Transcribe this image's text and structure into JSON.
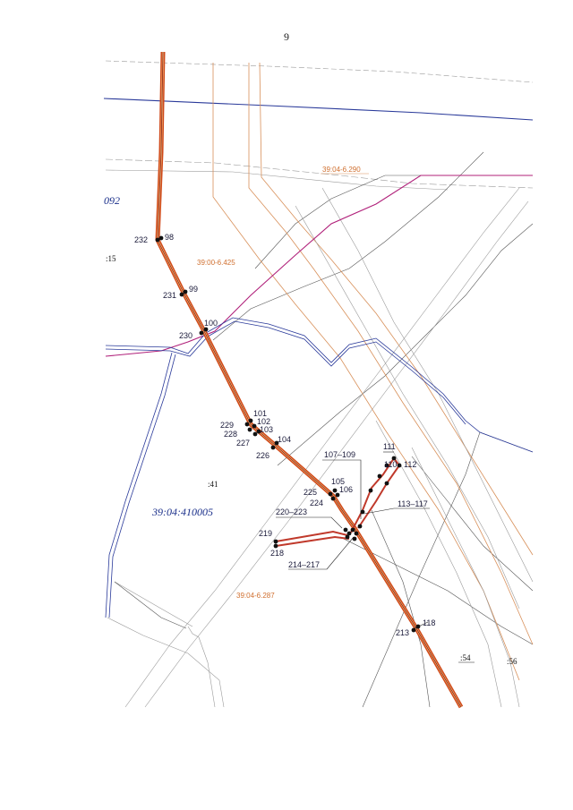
{
  "page_number": "9",
  "colors": {
    "pipeline": "#d04a1a",
    "pipeline_core": "#8a1d10",
    "parcel_orange": "#d8905a",
    "blue_line": "#2a3a9a",
    "magenta_line": "#b0207a",
    "thin_gray": "#8a8a8a",
    "dark_gray": "#333333"
  },
  "labels": {
    "cadastral_290": "39:04-6.290",
    "cadastral_425": "39:00-6.425",
    "cadastral_287": "39:04-6.287",
    "zone_092": "092",
    "zone_15": ":15",
    "zone_41": ":41",
    "quarter": "39:04:410005",
    "zone_54": ":54",
    "zone_56": ":56"
  },
  "points": {
    "p232": "232",
    "p98": "98",
    "p231": "231",
    "p99": "99",
    "p230": "230",
    "p100": "100",
    "p229": "229",
    "p101": "101",
    "p228": "228",
    "p102": "102",
    "p227": "227",
    "p103": "103",
    "p226": "226",
    "p104": "104",
    "p225": "225",
    "p105": "105",
    "p224": "224",
    "p106": "106",
    "p107_109": "107–109",
    "p111": "111",
    "p112": "112",
    "p110": "110",
    "p113_117": "113–117",
    "p220_223": "220–223",
    "p219": "219",
    "p218": "218",
    "p214_217": "214–217",
    "p118": "118",
    "p213": "213"
  }
}
